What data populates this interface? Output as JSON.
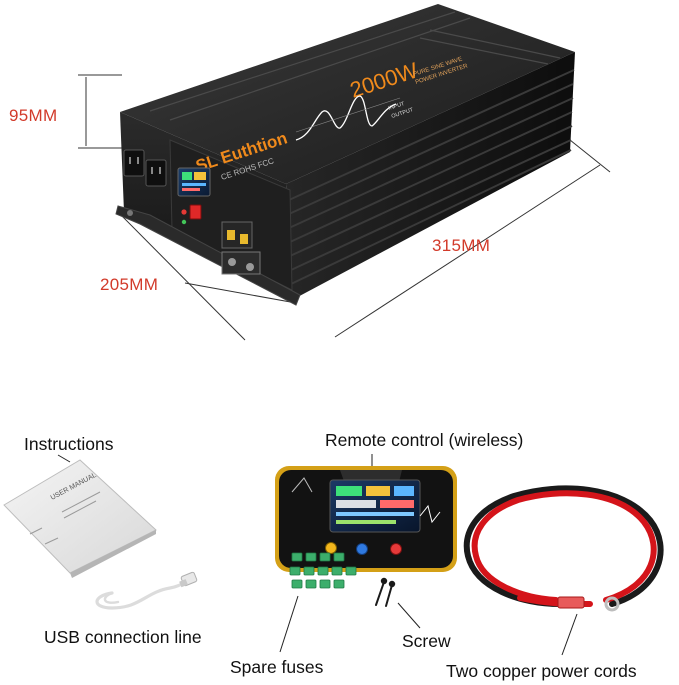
{
  "product": {
    "brand": "SL Euthtion",
    "certifications": "CE ROHS FCC",
    "power_rating": "2000W",
    "spec_lines": [
      "PURE SINE WAVE",
      "POWER INVERTER"
    ],
    "port_labels": [
      "INPUT",
      "OUTPUT"
    ]
  },
  "dimensions": {
    "height": "95MM",
    "width": "205MM",
    "length": "315MM"
  },
  "accessories": {
    "instructions": "Instructions",
    "manual_title": "USER MANUAL",
    "usb": "USB connection line",
    "remote": "Remote control (wireless)",
    "fuses": "Spare fuses",
    "screw": "Screw",
    "cords": "Two copper power cords"
  },
  "colors": {
    "accent_orange": "#f08a1c",
    "dimension_red": "#d23a2a",
    "cable_red": "#d4141a",
    "fuse_green": "#3cae6b"
  }
}
